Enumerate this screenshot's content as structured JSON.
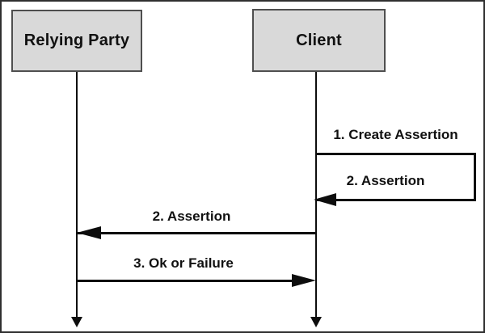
{
  "diagram": {
    "type": "sequence-diagram",
    "actors": [
      {
        "name": "Relying Party"
      },
      {
        "name": "Client"
      }
    ],
    "messages": [
      {
        "label": "1. Create Assertion",
        "kind": "self-call",
        "on": "Client"
      },
      {
        "label": "2. Assertion",
        "kind": "self-return",
        "on": "Client"
      },
      {
        "label": "2. Assertion",
        "kind": "message",
        "from": "Client",
        "to": "Relying Party"
      },
      {
        "label": "3. Ok or Failure",
        "kind": "message",
        "from": "Relying Party",
        "to": "Client"
      }
    ]
  },
  "colors": {
    "background": "#ffffff",
    "frame": "#2f2f2f",
    "actor_fill": "#d9d9d9",
    "actor_border": "#4f4f4f",
    "line": "#0d0d0d",
    "text": "#111111"
  }
}
